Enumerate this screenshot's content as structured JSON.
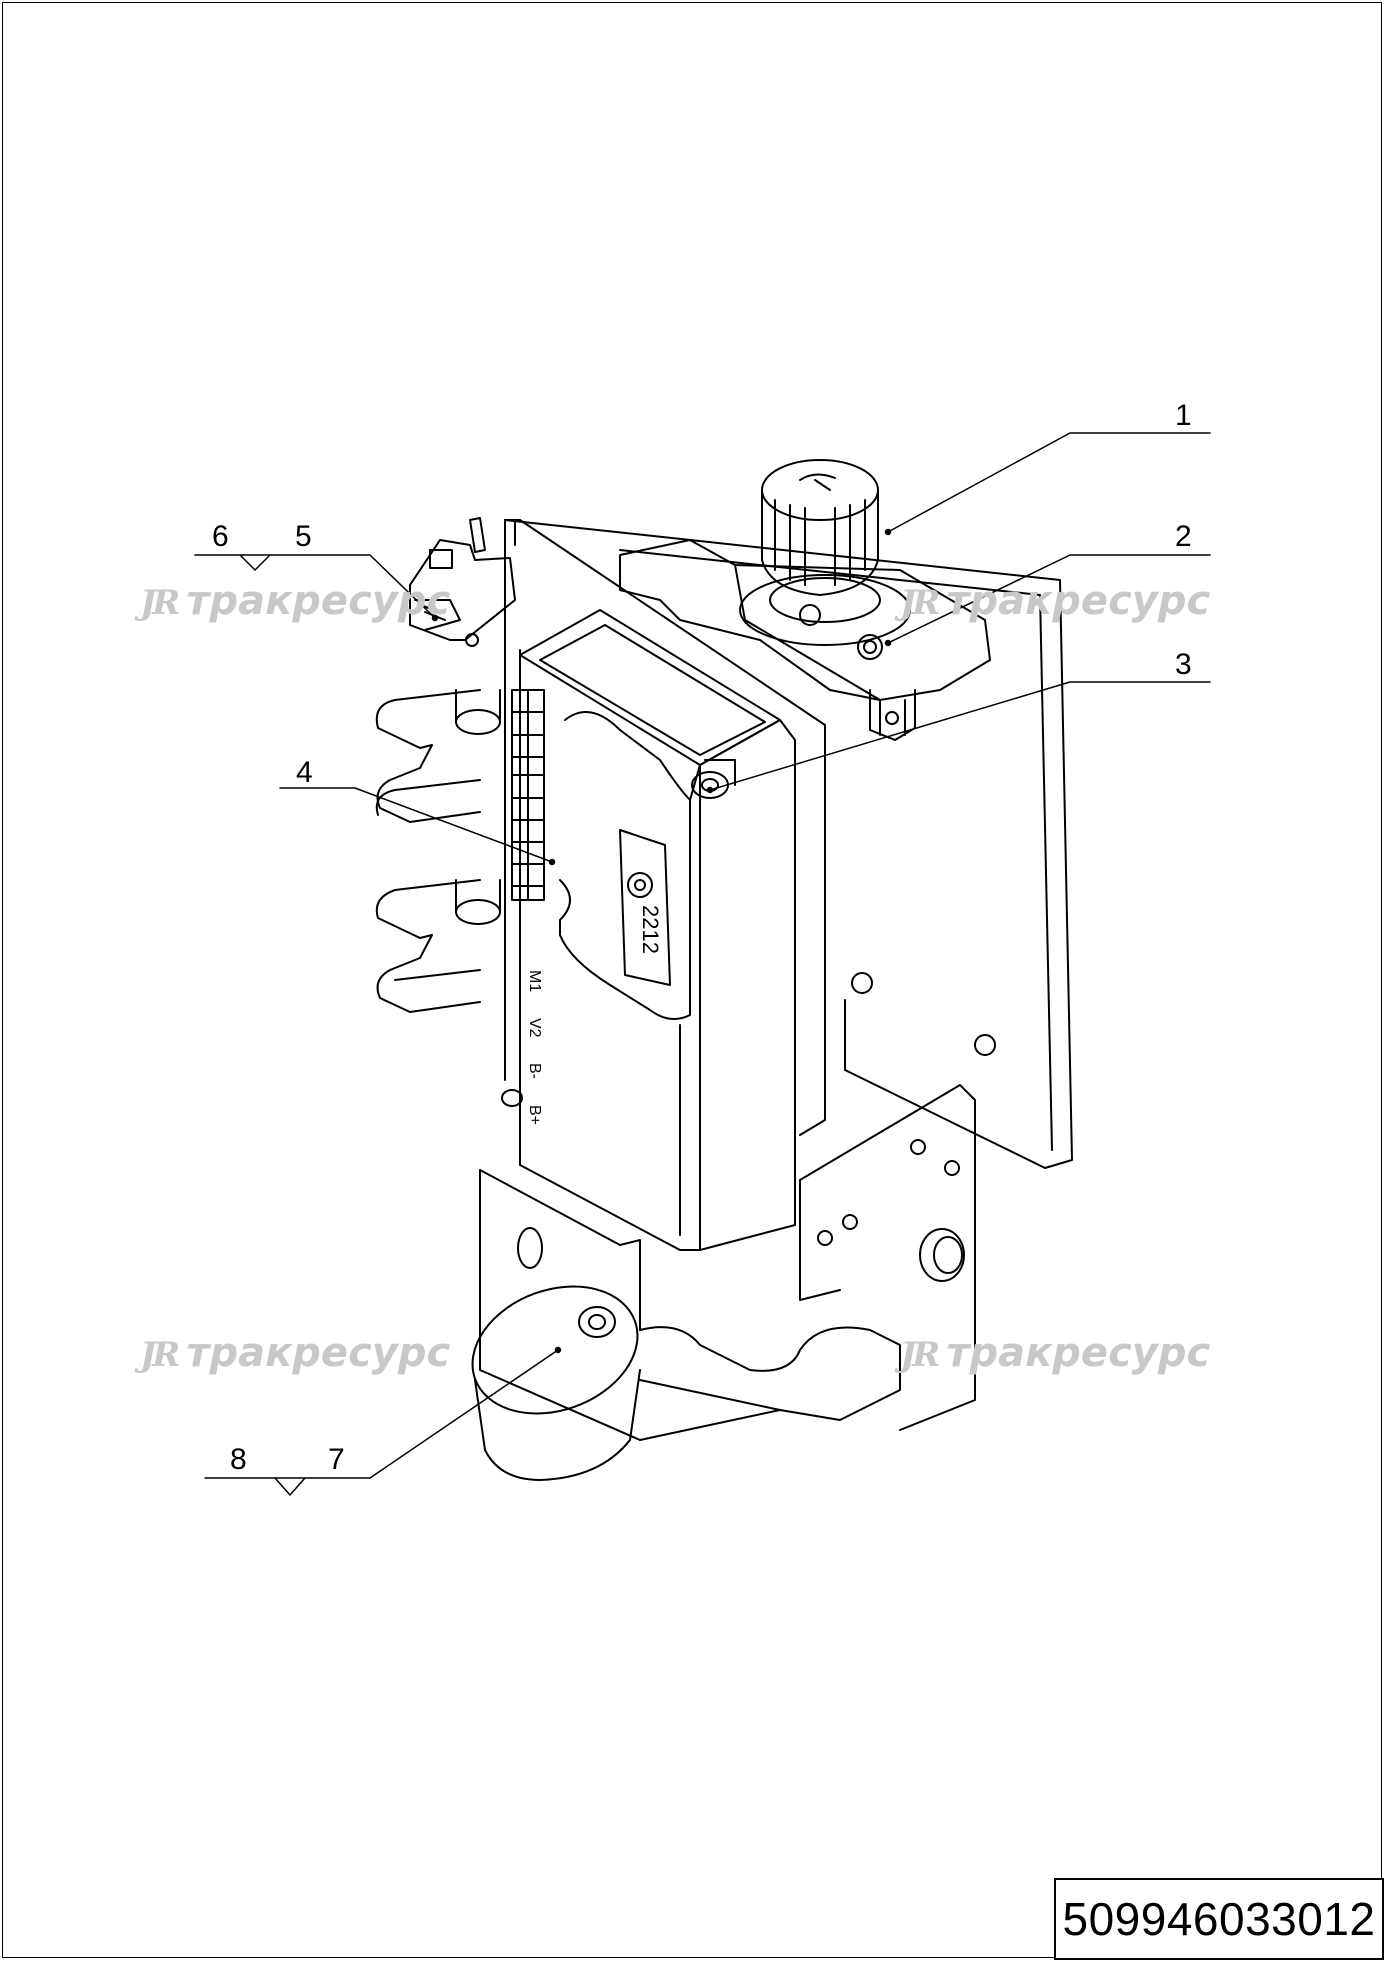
{
  "document_number": "509946033012",
  "callouts": [
    "1",
    "2",
    "3",
    "4",
    "5",
    "6",
    "7",
    "8"
  ],
  "watermark": {
    "logo": "JR",
    "text": "тракресурс",
    "color": "#c8c8c8"
  },
  "device_markings": {
    "model": "2212",
    "terminal_1": "M1",
    "terminal_2": "V2",
    "terminal_3": "B-",
    "terminal_4": "B+"
  },
  "colors": {
    "line": "#000000",
    "background": "#ffffff"
  }
}
